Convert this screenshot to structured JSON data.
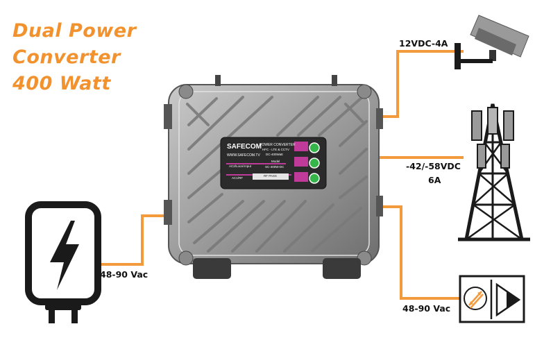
{
  "title": {
    "line1": "Dual Power",
    "line2": "Converter",
    "line3": "400 Watt"
  },
  "outputs": {
    "camera": "12VDC-4A",
    "tower_voltage": "-42/-58VDC",
    "tower_current": "6A",
    "amplifier": "48-90 Vac"
  },
  "input": {
    "label": "48-90 Vac"
  },
  "device_plate": {
    "brand": "SAFECOM",
    "website": "WWW.SAFECOM.TV",
    "product": "POWER CONVERTER",
    "subtitle": "HFC - LTE & CCTV",
    "power": "DC-400Watt",
    "model_label": "Model",
    "model": "SC-400W-DC",
    "input_label": "AC2/Local Input",
    "acrf_label": "AC1/RF",
    "rf_pass": "RF PASS"
  },
  "colors": {
    "accent": "#f2922f",
    "cable": "#f29a3c",
    "enclosure": "#9a9a9a",
    "plate": "#2b2b2b",
    "led": "#35b54a"
  },
  "icons": [
    "lightning-icon",
    "camera-icon",
    "cell-tower-icon",
    "amplifier-icon"
  ]
}
